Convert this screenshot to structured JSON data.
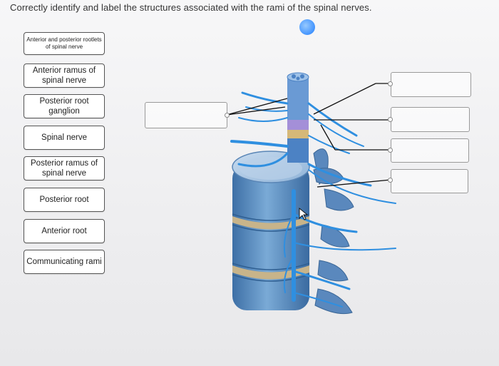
{
  "instruction": "Correctly identify and label the structures associated with the rami of the spinal nerves.",
  "terms": [
    {
      "label": "Anterior and posterior rootlets of spinal nerve"
    },
    {
      "label": "Anterior ramus of spinal nerve"
    },
    {
      "label": "Posterior root ganglion"
    },
    {
      "label": "Spinal nerve"
    },
    {
      "label": "Posterior ramus of spinal nerve"
    },
    {
      "label": "Posterior root"
    },
    {
      "label": "Anterior root"
    },
    {
      "label": "Communicating rami"
    }
  ],
  "drop_targets": [
    {
      "value": ""
    },
    {
      "value": ""
    },
    {
      "value": ""
    },
    {
      "value": ""
    },
    {
      "value": ""
    }
  ],
  "colors": {
    "nerve_blue": "#2f8fe0",
    "vertebra_blue": "#5a8fc2",
    "disc_tan": "#c8b48a",
    "ganglion_tan": "#d6b878",
    "cursor_dot": "#1e7fff"
  },
  "icons": [
    "pointer-cursor-icon"
  ]
}
